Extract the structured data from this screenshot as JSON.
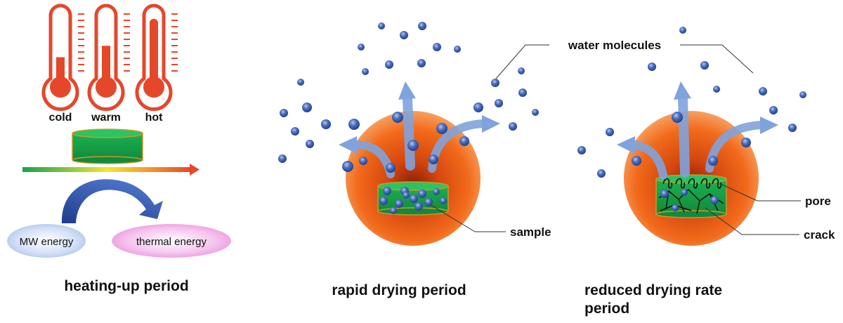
{
  "colors": {
    "thermometer": "#e5472b",
    "sample_green": "#18a14a",
    "sample_rim": "#c79a2a",
    "molecule": "#3a5fae",
    "arrow_blue": "#7fa3dc",
    "sphere_orange": "#f26a1b",
    "ellipse_blue": "#b9cdf0",
    "ellipse_pink": "#ee9de0"
  },
  "heating": {
    "thermometers": [
      {
        "label": "cold",
        "level": 0.38
      },
      {
        "label": "warm",
        "level": 0.55
      },
      {
        "label": "hot",
        "level": 0.95
      }
    ],
    "energy_from": "MW energy",
    "energy_to": "thermal energy",
    "period": "heating-up period"
  },
  "rapid": {
    "period": "rapid drying period",
    "sample_label": "sample"
  },
  "reduced": {
    "period_line1": "reduced drying rate",
    "period_line2": "period",
    "pore_label": "pore",
    "crack_label": "crack"
  },
  "water_label": "water molecules"
}
